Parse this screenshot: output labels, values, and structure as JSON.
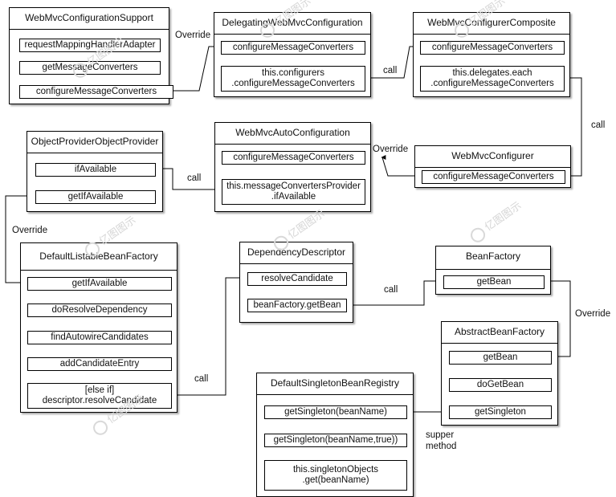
{
  "classes": {
    "wmcs": {
      "title": "WebMvcConfigurationSupport",
      "methods": [
        "requestMappingHandlerAdapter",
        "getMessageConverters",
        "configureMessageConverters"
      ]
    },
    "dwmc": {
      "title": "DelegatingWebMvcConfiguration",
      "methods": [
        "configureMessageConverters"
      ],
      "body": [
        "this.configurers",
        ".configureMessageConverters"
      ]
    },
    "wmcc": {
      "title": "WebMvcConfigurerComposite",
      "methods": [
        "configureMessageConverters"
      ],
      "body": [
        "this.delegates.each",
        ".configureMessageConverters"
      ]
    },
    "opp": {
      "title": "ObjectProviderObjectProvider",
      "methods": [
        "ifAvailable",
        "getIfAvailable"
      ]
    },
    "wmac": {
      "title": "WebMvcAutoConfiguration",
      "methods": [
        "configureMessageConverters"
      ],
      "body": [
        "this.messageConvertersProvider",
        ".ifAvailable"
      ]
    },
    "wmcf": {
      "title": "WebMvcConfigurer",
      "methods": [
        "configureMessageConverters"
      ]
    },
    "dlbf": {
      "title": "DefaultListableBeanFactory",
      "methods": [
        "getIfAvailable",
        "doResolveDependency",
        "findAutowireCandidates",
        "addCandidateEntry"
      ],
      "body": [
        "[else if]",
        "descriptor.resolveCandidate"
      ]
    },
    "dd": {
      "title": "DependencyDescriptor",
      "methods": [
        "resolveCandidate",
        "beanFactory.getBean"
      ]
    },
    "bf": {
      "title": "BeanFactory",
      "methods": [
        "getBean"
      ]
    },
    "abf": {
      "title": "AbstractBeanFactory",
      "methods": [
        "getBean",
        "doGetBean",
        "getSingleton"
      ]
    },
    "dsbr": {
      "title": "DefaultSingletonBeanRegistry",
      "methods": [
        "getSingleton(beanName)",
        "getSingleton(beanName,true))"
      ],
      "body": [
        "this.singletonObjects",
        ".get(beanName)"
      ]
    }
  },
  "labels": {
    "override1": "Override",
    "call1": "call",
    "call2": "call",
    "override2": "Override",
    "call3": "call",
    "override3": "Override",
    "call4": "call",
    "override4": "Override",
    "call5": "call",
    "supper": [
      "supper",
      "method"
    ]
  },
  "watermark": "亿图图示",
  "colors": {
    "line": "#000000",
    "box": "#ffffff",
    "watermark": "#d6d6d6"
  }
}
